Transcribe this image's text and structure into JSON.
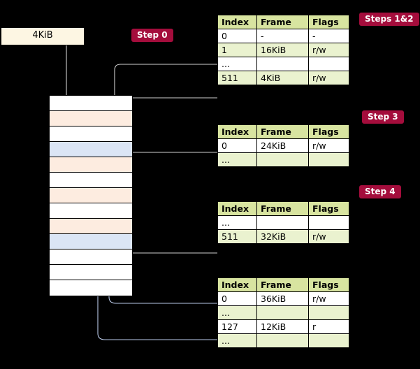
{
  "labels": {
    "steps12": "Steps 1&2",
    "step0": "Step 0",
    "step3": "Step 3",
    "step4": "Step 4"
  },
  "source_box": {
    "text": "4KiB"
  },
  "table_headers": {
    "index": "Index",
    "frame": "Frame",
    "flags": "Flags"
  },
  "tables": [
    {
      "name": "level4-table",
      "rows": [
        {
          "index": "0",
          "frame": "-",
          "flags": "-"
        },
        {
          "index": "1",
          "frame": "16KiB",
          "flags": "r/w"
        },
        {
          "index": "...",
          "frame": "",
          "flags": ""
        },
        {
          "index": "511",
          "frame": "4KiB",
          "flags": "r/w"
        }
      ]
    },
    {
      "name": "level3-table",
      "rows": [
        {
          "index": "0",
          "frame": "24KiB",
          "flags": "r/w"
        },
        {
          "index": "...",
          "frame": "",
          "flags": ""
        }
      ]
    },
    {
      "name": "level2-table",
      "rows": [
        {
          "index": "...",
          "frame": "",
          "flags": ""
        },
        {
          "index": "511",
          "frame": "32KiB",
          "flags": "r/w"
        }
      ]
    },
    {
      "name": "level1-table",
      "rows": [
        {
          "index": "0",
          "frame": "36KiB",
          "flags": "r/w"
        },
        {
          "index": "...",
          "frame": "",
          "flags": ""
        },
        {
          "index": "127",
          "frame": "12KiB",
          "flags": "r"
        },
        {
          "index": "...",
          "frame": "",
          "flags": ""
        }
      ]
    }
  ],
  "memory_column": {
    "name": "physical-memory-column",
    "rows": [
      {
        "fill": "#ffffff"
      },
      {
        "fill": "#fdece0"
      },
      {
        "fill": "#ffffff"
      },
      {
        "fill": "#dbe5f5"
      },
      {
        "fill": "#fdece0"
      },
      {
        "fill": "#ffffff"
      },
      {
        "fill": "#fdece0"
      },
      {
        "fill": "#ffffff"
      },
      {
        "fill": "#fdece0"
      },
      {
        "fill": "#dbe5f5"
      },
      {
        "fill": "#ffffff"
      },
      {
        "fill": "#ffffff"
      },
      {
        "fill": "#ffffff"
      }
    ]
  },
  "colors": {
    "label_bg": "#a40d3c",
    "header_bg": "#d8e4a0",
    "alt_row_bg": "#eaf2cf",
    "box_bg": "#fdf6e3",
    "wire": "#cfcfcf",
    "wire_blue": "#b9c9e8",
    "background": "#000000"
  }
}
